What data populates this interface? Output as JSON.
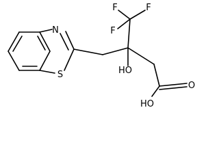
{
  "molecule": {
    "atom_labels": {
      "n": "N",
      "s": "S",
      "f_top_left": "F",
      "f_top_right": "F",
      "f_left": "F",
      "hydroxyl": "HO",
      "carbonyl_o": "O",
      "acid_hydroxyl": "HO"
    },
    "colors": {
      "bond": "#000000",
      "label": "#000000",
      "background": "#ffffff"
    }
  }
}
